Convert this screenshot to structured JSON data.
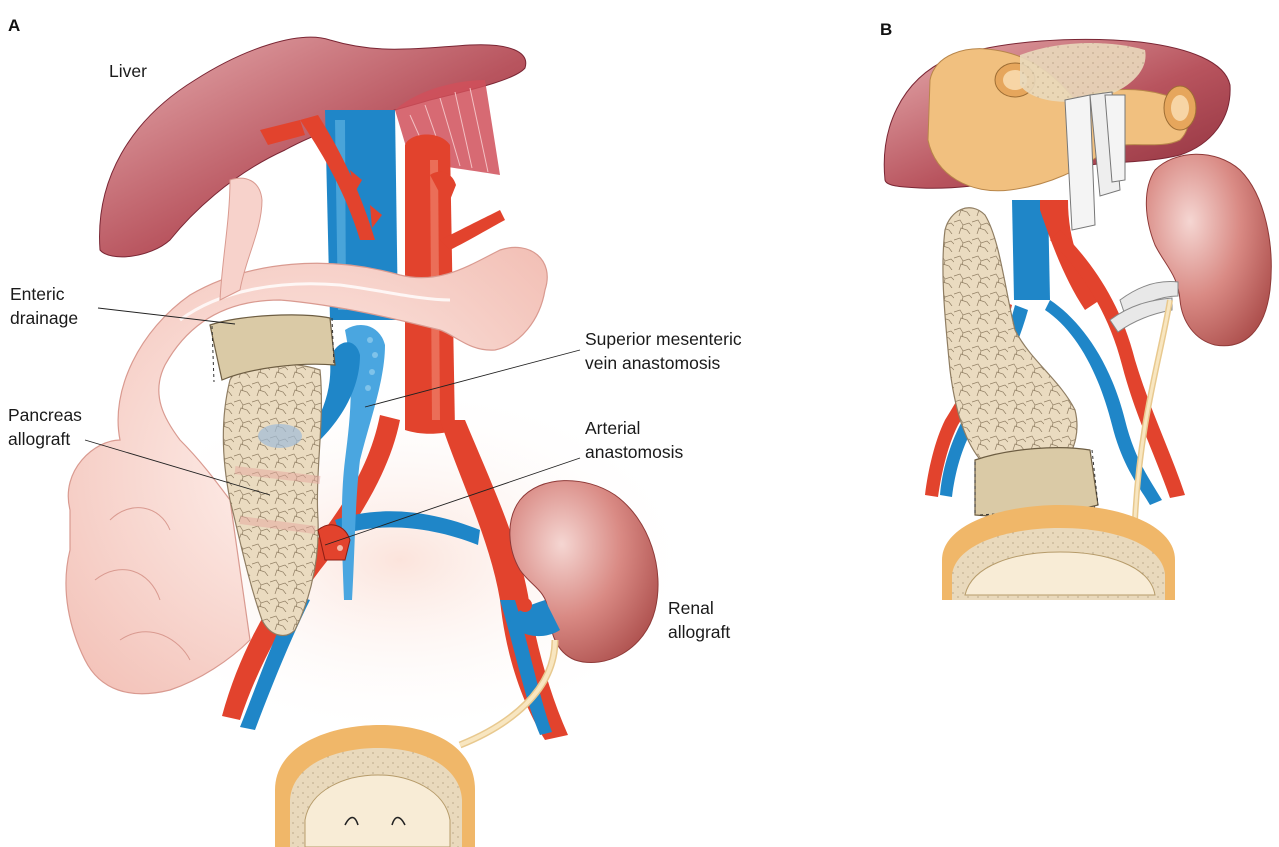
{
  "panels": {
    "a": {
      "letter": "A"
    },
    "b": {
      "letter": "B"
    }
  },
  "labels": {
    "liver": "Liver",
    "enteric_drainage": [
      "Enteric",
      "drainage"
    ],
    "pancreas_allograft": [
      "Pancreas",
      "allograft"
    ],
    "smv_anastomosis": [
      "Superior mesenteric",
      "vein anastomosis"
    ],
    "arterial_anastomosis": [
      "Arterial",
      "anastomosis"
    ],
    "renal_allograft": [
      "Renal",
      "allograft"
    ]
  },
  "colors": {
    "liver": "#a8434f",
    "liver_light": "#d98f93",
    "artery": "#e2432d",
    "vein": "#1f86c8",
    "pancreas": "#e6d3b0",
    "bowel": "#f7d2cb",
    "kidney": "#c96b66",
    "bladder_rim": "#f0b769",
    "ureter": "#f5dfb2"
  }
}
